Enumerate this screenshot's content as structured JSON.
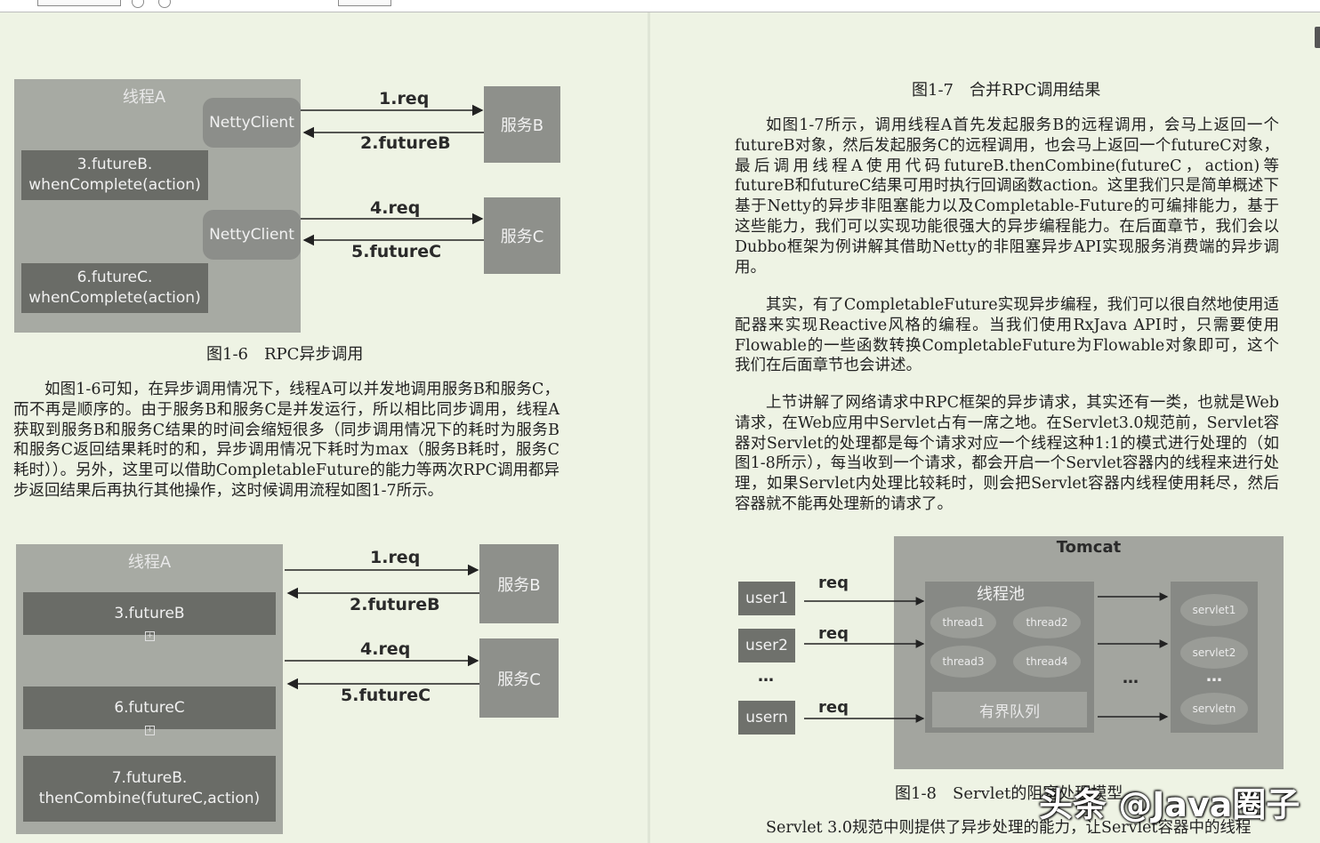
{
  "fig16": {
    "thread": "线程A",
    "netty1": "NettyClient",
    "netty2": "NettyClient",
    "step3_line1": "3.futureB.",
    "step3_line2": "whenComplete(action)",
    "step6_line1": "6.futureC.",
    "step6_line2": "whenComplete(action)",
    "svcB": "服务B",
    "svcC": "服务C",
    "arrow1": "1.req",
    "arrow2": "2.futureB",
    "arrow4": "4.req",
    "arrow5": "5.futureC",
    "caption": "图1-6　RPC异步调用"
  },
  "left_paragraph": "如图1-6可知，在异步调用情况下，线程A可以并发地调用服务B和服务C，而不再是顺序的。由于服务B和服务C是并发运行，所以相比同步调用，线程A获取到服务B和服务C结果的时间会缩短很多（同步调用情况下的耗时为服务B和服务C返回结果耗时的和，异步调用情况下耗时为max（服务B耗时，服务C耗时））。另外，这里可以借助CompletableFuture的能力等两次RPC调用都异步返回结果后再执行其他操作，这时候调用流程如图1-7所示。",
  "fig17": {
    "thread": "线程A",
    "step3": "3.futureB",
    "step6": "6.futureC",
    "step7_line1": "7.futureB.",
    "step7_line2": "thenCombine(futureC,action)",
    "svcB": "服务B",
    "svcC": "服务C",
    "arrow1": "1.req",
    "arrow2": "2.futureB",
    "arrow4": "4.req",
    "arrow5": "5.futureC",
    "caption": "图1-7　合并RPC调用结果"
  },
  "right_paragraphs": [
    "如图1-7所示，调用线程A首先发起服务B的远程调用，会马上返回一个futureB对象，然后发起服务C的远程调用，也会马上返回一个futureC对象，最后调用线程A使用代码futureB.thenCombine(futureC，action)等futureB和futureC结果可用时执行回调函数action。这里我们只是简单概述下基于Netty的异步非阻塞能力以及Completable-Future的可编排能力，基于这些能力，我们可以实现功能很强大的异步编程能力。在后面章节，我们会以Dubbo框架为例讲解其借助Netty的非阻塞异步API实现服务消费端的异步调用。",
    "其实，有了CompletableFuture实现异步编程，我们可以很自然地使用适配器来实现Reactive风格的编程。当我们使用RxJava API时，只需要使用Flowable的一些函数转换CompletableFuture为Flowable对象即可，这个我们在后面章节也会讲述。",
    "上节讲解了网络请求中RPC框架的异步请求，其实还有一类，也就是Web请求，在Web应用中Servlet占有一席之地。在Servlet3.0规范前，Servlet容器对Servlet的处理都是每个请求对应一个线程这种1:1的模式进行处理的（如图1-8所示），每当收到一个请求，都会开启一个Servlet容器内的线程来进行处理，如果Servlet内处理比较耗时，则会把Servlet容器内线程使用耗尽，然后容器就不能再处理新的请求了。"
  ],
  "fig18": {
    "tomcat": "Tomcat",
    "pool": "线程池",
    "threads": [
      "thread1",
      "thread2",
      "thread3",
      "thread4"
    ],
    "queue": "有界队列",
    "users": [
      "user1",
      "user2",
      "usern"
    ],
    "user_dots": "…",
    "req": "req",
    "mid_dots": "…",
    "servlets": [
      "servlet1",
      "servlet2",
      "servletn"
    ],
    "servlet_dots": "…",
    "caption": "图1-8　Servlet的阻塞处理模型"
  },
  "bottom_line": "Servlet 3.0规范中则提供了异步处理的能力，让Servlet容器中的线程",
  "watermark": "头条 @Java圈子"
}
